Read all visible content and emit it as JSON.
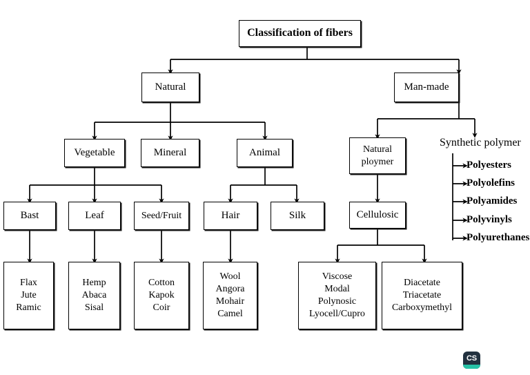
{
  "diagram": {
    "title": "Classification of fibers",
    "root": {
      "id": "root",
      "label": "Classification of fibers"
    },
    "level2": [
      {
        "id": "natural",
        "label": "Natural"
      },
      {
        "id": "manmade",
        "label": "Man-made"
      }
    ],
    "level3": [
      {
        "id": "vegetable",
        "label": "Vegetable"
      },
      {
        "id": "mineral",
        "label": "Mineral"
      },
      {
        "id": "animal",
        "label": "Animal"
      },
      {
        "id": "natural-polymer",
        "label": "Natural\nploymer"
      },
      {
        "id": "synthetic-polymer",
        "label": "Synthetic polymer"
      }
    ],
    "level4": [
      {
        "id": "bast",
        "label": "Bast"
      },
      {
        "id": "leaf",
        "label": "Leaf"
      },
      {
        "id": "seed-fruit",
        "label": "Seed/Fruit"
      },
      {
        "id": "hair",
        "label": "Hair"
      },
      {
        "id": "silk",
        "label": "Silk"
      },
      {
        "id": "cellulosic",
        "label": "Cellulosic"
      }
    ],
    "level5": [
      {
        "id": "bast-fibers",
        "label": "Flax\nJute\nRamic"
      },
      {
        "id": "leaf-fibers",
        "label": "Hemp\nAbaca\nSisal"
      },
      {
        "id": "seed-fibers",
        "label": "Cotton\nKapok\nCoir"
      },
      {
        "id": "hair-fibers",
        "label": "Wool\nAngora\nMohair\nCamel"
      },
      {
        "id": "regenerated-fibers",
        "label": "Viscose\nModal\nPolynosic\nLyocell/Cupro"
      },
      {
        "id": "acetate-fibers",
        "label": "Diacetate\nTriacetate\nCarboxymethyl"
      }
    ],
    "synthetic_items": [
      {
        "id": "polyesters",
        "label": "Polyesters"
      },
      {
        "id": "polyolefins",
        "label": "Polyolefins"
      },
      {
        "id": "polyamides",
        "label": "Polyamides"
      },
      {
        "id": "polyvinyls",
        "label": "Polyvinyls"
      },
      {
        "id": "polyurethanes",
        "label": "Polyurethanes"
      }
    ]
  },
  "watermark": {
    "label": "CS",
    "badge_color": "#22313f",
    "accent_color": "#28c3a7"
  },
  "style": {
    "line_color": "#000000",
    "box_fill": "#ffffff",
    "text_color": "#000000"
  }
}
